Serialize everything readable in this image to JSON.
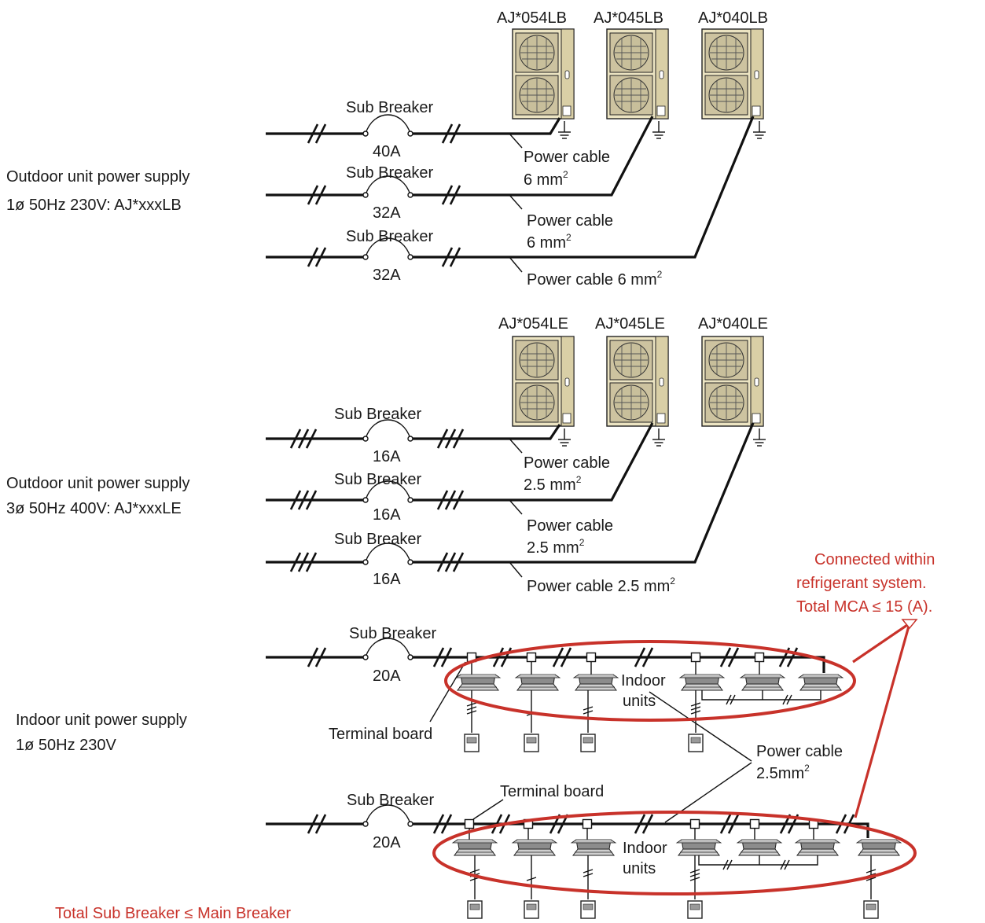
{
  "colors": {
    "accent_red": "#c8322a",
    "unit_body": "#ece4c2",
    "unit_side": "#d9cfa6",
    "indoor_grey": "#9a9a9a"
  },
  "groups": {
    "lb": {
      "supply_label": "Outdoor unit power supply",
      "supply_spec": "1ø 50Hz 230V: AJ*xxxLB",
      "models": [
        "AJ*054LB",
        "AJ*045LB",
        "AJ*040LB"
      ],
      "breakers": [
        {
          "label": "Sub Breaker",
          "rating": "40A"
        },
        {
          "label": "Sub Breaker",
          "rating": "32A"
        },
        {
          "label": "Sub Breaker",
          "rating": "32A"
        }
      ],
      "cables": [
        {
          "text": "Power cable",
          "size": "6 mm",
          "sup": "2"
        },
        {
          "text": "Power cable",
          "size": "6 mm",
          "sup": "2"
        },
        {
          "text": "Power cable 6 mm",
          "sup": "2"
        }
      ]
    },
    "le": {
      "supply_label": "Outdoor unit power supply",
      "supply_spec": "3ø 50Hz 400V: AJ*xxxLE",
      "models": [
        "AJ*054LE",
        "AJ*045LE",
        "AJ*040LE"
      ],
      "breakers": [
        {
          "label": "Sub Breaker",
          "rating": "16A"
        },
        {
          "label": "Sub Breaker",
          "rating": "16A"
        },
        {
          "label": "Sub Breaker",
          "rating": "16A"
        }
      ],
      "cables": [
        {
          "text": "Power cable",
          "size": "2.5 mm",
          "sup": "2"
        },
        {
          "text": "Power cable",
          "size": "2.5 mm",
          "sup": "2"
        },
        {
          "text": "Power cable 2.5 mm",
          "sup": "2"
        }
      ]
    },
    "indoor": {
      "supply_label": "Indoor unit power supply",
      "supply_spec": "1ø 50Hz 230V",
      "breakers": [
        {
          "label": "Sub Breaker",
          "rating": "20A"
        },
        {
          "label": "Sub Breaker",
          "rating": "20A"
        }
      ],
      "units_label_1": "Indoor",
      "units_label_2": "units",
      "terminal_board": "Terminal board",
      "cable_text": "Power cable",
      "cable_size": "2.5mm",
      "cable_sup": "2"
    }
  },
  "notes": {
    "red_note": [
      "Connected within",
      "refrigerant system.",
      "Total MCA ≤ 15 (A)."
    ],
    "footer": "Total Sub Breaker ≤ Main Breaker"
  }
}
